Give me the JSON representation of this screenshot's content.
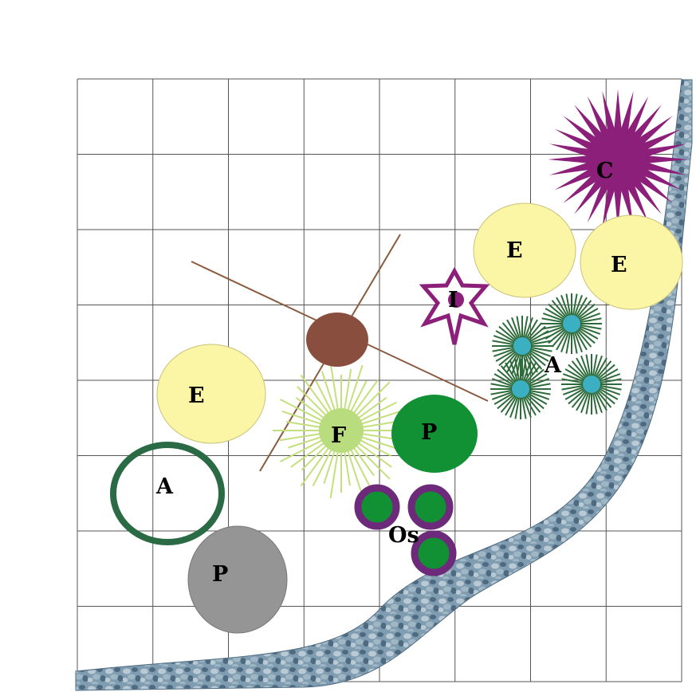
{
  "grid": {
    "columns": 8,
    "rows": 8,
    "line_color": "#555555"
  },
  "colors": {
    "path_stone": "#7f9cb0",
    "path_stone_light": "#b9cad5",
    "path_stone_dark": "#4d6a80",
    "echinacea_fill": "#fbf6a6",
    "echinacea_edge": "#c9c27a",
    "clematis": "#8c1f79",
    "allium_spikes": "#2e6b3a",
    "allium_center": "#3ab0c2",
    "fern": "#c4e07d",
    "fern_center": "#b8dc7e",
    "peony_green": "#119034",
    "peony_grey": "#959595",
    "ring_green": "#2a6b45",
    "ornamental_ring": "#6e2a7a",
    "ornamental_core": "#119034",
    "iris_star": "#8c1f79",
    "trunk": "#8a4e3e",
    "branch": "#8a5a3e"
  },
  "labels": {
    "clematis": "C",
    "echinacea_1": "E",
    "echinacea_2": "E",
    "echinacea_3": "E",
    "iris": "I",
    "allium_cluster": "A",
    "fern": "F",
    "peony_green": "P",
    "allium_ring": "A",
    "peony_grey": "P",
    "ornamental_grasses": "Os"
  }
}
